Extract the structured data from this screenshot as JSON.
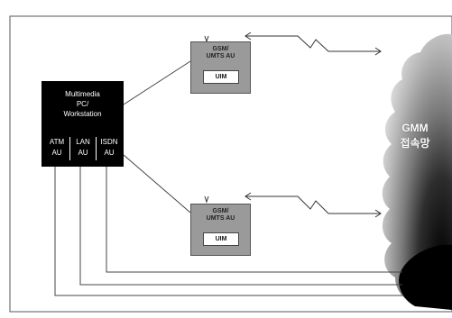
{
  "workstation": {
    "title_lines": [
      "Multimedia",
      "PC/",
      "Workstation"
    ],
    "adapters": [
      {
        "line1": "ATM",
        "line2": "AU"
      },
      {
        "line1": "LAN",
        "line2": "AU"
      },
      {
        "line1": "ISDN",
        "line2": "AU"
      }
    ]
  },
  "terminals": [
    {
      "label_lines": [
        "GSM/",
        "UMTS AU"
      ],
      "chip": "UIM"
    },
    {
      "label_lines": [
        "GSM/",
        "UMTS AU"
      ],
      "chip": "UIM"
    }
  ],
  "network": {
    "label_lines": [
      "GMM",
      "접속망"
    ]
  },
  "colors": {
    "workstation_fill": "#000000",
    "terminal_fill": "#9a9a9a",
    "network_dark": "#000000",
    "network_light": "#d8d8d8"
  }
}
